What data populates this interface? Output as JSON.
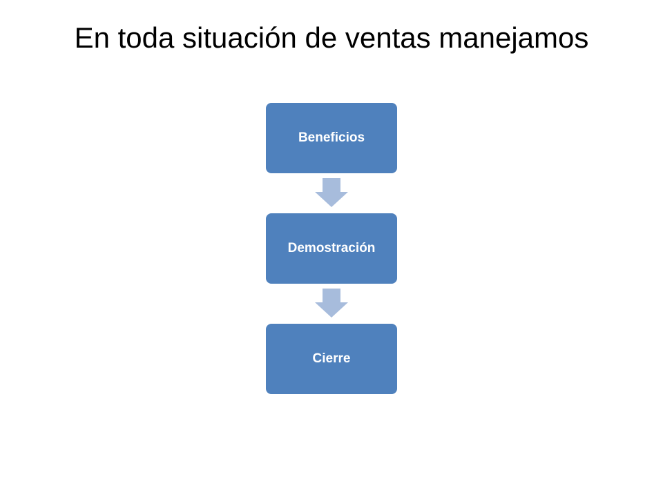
{
  "slide": {
    "title": "En toda situación de ventas manejamos"
  },
  "flow": {
    "steps": [
      {
        "label": "Beneficios"
      },
      {
        "label": "Demostración"
      },
      {
        "label": "Cierre"
      }
    ]
  },
  "colors": {
    "step_fill": "#4f81bd",
    "step_text": "#ffffff",
    "arrow_fill": "#a7bcdc",
    "title_text": "#000000"
  }
}
